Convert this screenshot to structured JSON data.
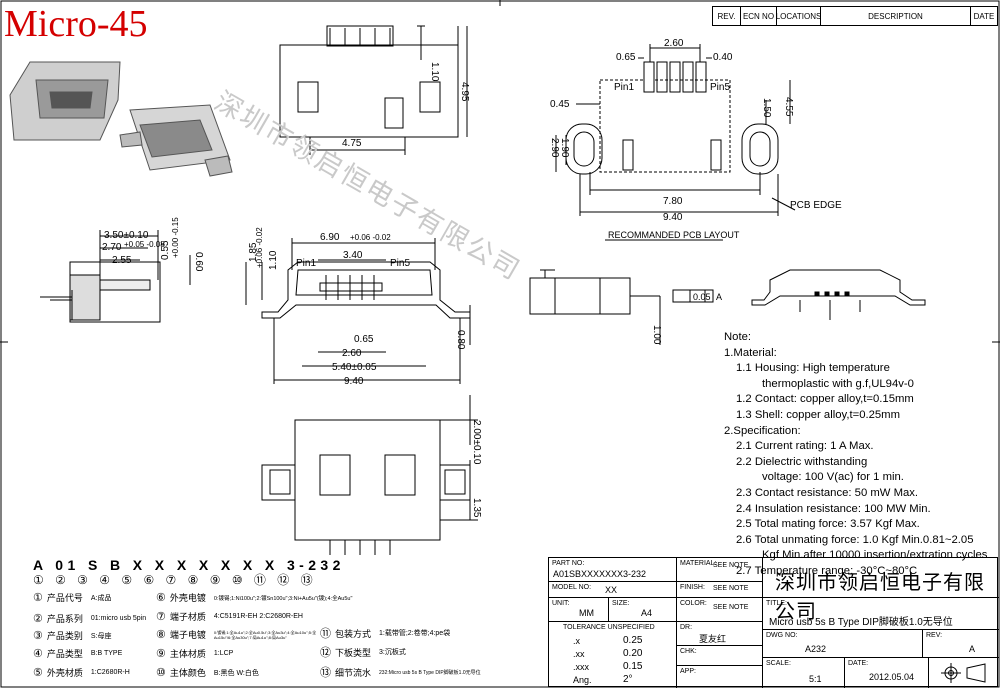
{
  "title": "Micro-45",
  "watermark": "深圳市领启恒电子有限公司",
  "revision_table": {
    "rev": "REV.",
    "ecn": "ECN NO",
    "locations": "LOCATIONS",
    "description": "DESCRIPTION",
    "date": "DATE"
  },
  "dims": {
    "top_height": "1.10",
    "top_total": "4.95",
    "top_width": "4.75",
    "pcb_260": "2.60",
    "pcb_065": "0.65",
    "pcb_040": "0.40",
    "pin1": "Pin1",
    "pin5": "Pin5",
    "pcb_045": "0.45",
    "pcb_150": "1.50",
    "pcb_455": "4.55",
    "pcb_290": "2.90",
    "pcb_190": "1.90",
    "pcb_780": "7.80",
    "pcb_940": "9.40",
    "pcb_edge": "PCB EDGE",
    "layout_caption": "RECOMMANDED PCB LAYOUT",
    "side_350": "3.50±0.10",
    "side_270": "2.70",
    "side_270_tol": "+0.05 -0.08",
    "side_255": "2.55",
    "side_055": "0.55",
    "side_055_tol": "+0.00 -0.15",
    "side_060": "0.60",
    "front_690": "6.90",
    "front_690_tol": "+0.06 -0.02",
    "front_340": "3.40",
    "front_185": "1.85",
    "front_185_tol": "+0.06 -0.02",
    "front_110": "1.10",
    "front_pin1": "Pin1",
    "front_pin5": "Pin5",
    "front_065": "0.65",
    "front_260": "2.60",
    "front_540": "5.40±0.05",
    "front_940": "9.40",
    "front_080": "0.80",
    "flat_tol": "0.05",
    "flat_datum": "A",
    "flat_100": "1.00",
    "bottom_200": "2.00±0.10",
    "bottom_135": "1.35"
  },
  "notes": {
    "header": "Note:",
    "material": "1.Material:",
    "m11": "1.1 Housing: High temperature",
    "m11b": "thermoplastic with g.f,UL94v-0",
    "m12": "1.2 Contact: copper alloy,t=0.15mm",
    "m13": "1.3 Shell: copper alloy,t=0.25mm",
    "spec": "2.Specification:",
    "s21": "2.1 Current rating: 1 A Max.",
    "s22": "2.2 Dielectric withstanding",
    "s22b": "voltage: 100 V(ac) for 1 min.",
    "s23": "2.3 Contact resistance: 50 mW Max.",
    "s24": "2.4 Insulation resistance: 100 MW Min.",
    "s25": "2.5 Total mating force: 3.57 Kgf Max.",
    "s26": "2.6 Total unmating force: 1.0 Kgf Min.0.81~2.05",
    "s26b": "Kgf Min.after 10000 insertion/extration cycles",
    "s27": "2.7 Temperature range: -30°C~80°C"
  },
  "part_code": "A 01 S B X X X X X X X 3-232",
  "code_circles": "① ② ③ ④ ⑤ ⑥ ⑦ ⑧ ⑨ ⑩ ⑪ ⑫ ⑬",
  "legend": [
    {
      "num": "①",
      "label": "产品代号",
      "value": "A:成品"
    },
    {
      "num": "②",
      "label": "产品系列",
      "value": "01:micro usb 5pin"
    },
    {
      "num": "③",
      "label": "产品类别",
      "value": "S:母座"
    },
    {
      "num": "④",
      "label": "产品类型",
      "value": "B:B TYPE"
    },
    {
      "num": "⑤",
      "label": "外壳材质",
      "value": "1:C2680R-H"
    },
    {
      "num": "⑥",
      "label": "外壳电镀",
      "value": "0:镀锡;1:Ni100u\";2:镀Sn100u\";3:Ni+Au5u\"(镀);4:全Au5u\""
    },
    {
      "num": "⑦",
      "label": "端子材质",
      "value": "4:C5191R-EH  2:C2680R-EH"
    },
    {
      "num": "⑧",
      "label": "端子电镀",
      "value": "0:镀锡;1:全Au1u\";2:全Au0.5u\";3:全Au3u\";4:全Au10u\";5:全Au15u\"/6:全Au30u\";7:局Au1u\";8:局Au3u\""
    },
    {
      "num": "⑨",
      "label": "主体材质",
      "value": "1:LCP"
    },
    {
      "num": "⑩",
      "label": "主体颜色",
      "value": "B:黑色  W:白色"
    },
    {
      "num": "⑪",
      "label": "包装方式",
      "value": "1:载带管;2:卷带;4:pe袋"
    },
    {
      "num": "⑫",
      "label": "下板类型",
      "value": "3:沉板式"
    },
    {
      "num": "⑬",
      "label": "细节流水",
      "value": "232:Micro usb 5s B Type DIP脚破板1.0无导位"
    }
  ],
  "title_block": {
    "part_no_label": "PART NO:",
    "part_no": "A01SBXXXXXXX3-232",
    "material_label": "MATERIAL:",
    "material": "SEE NOTE",
    "company": "深圳市领启恒电子有限公司",
    "model_no_label": "MODEL NO:",
    "model_no": "XX",
    "finish_label": "FINISH:",
    "finish": "SEE NOTE",
    "unit_label": "UNIT:",
    "unit": "MM",
    "size_label": "SIZE:",
    "size": "A4",
    "color_label": "COLOR:",
    "color": "SEE NOTE",
    "title_label": "TITLE:",
    "title": "Micro usb 5s B Type DIP脚破板1.0无导位",
    "tolerance_label": "TOLERANCE UNSPECIFIED",
    "tol_x": ".x",
    "tol_x_val": "0.25",
    "tol_xx": ".xx",
    "tol_xx_val": "0.20",
    "tol_xxx": ".xxx",
    "tol_xxx_val": "0.15",
    "tol_ang": "Ang.",
    "tol_ang_val": "2°",
    "dr_label": "DR:",
    "dr": "夏友红",
    "chk_label": "CHK:",
    "app_label": "APP:",
    "dwg_no_label": "DWG NO:",
    "dwg_no": "A232",
    "rev_label": "REV:",
    "rev": "A",
    "scale_label": "SCALE:",
    "scale": "5:1",
    "date_label": "DATE:",
    "date": "2012.05.04"
  }
}
